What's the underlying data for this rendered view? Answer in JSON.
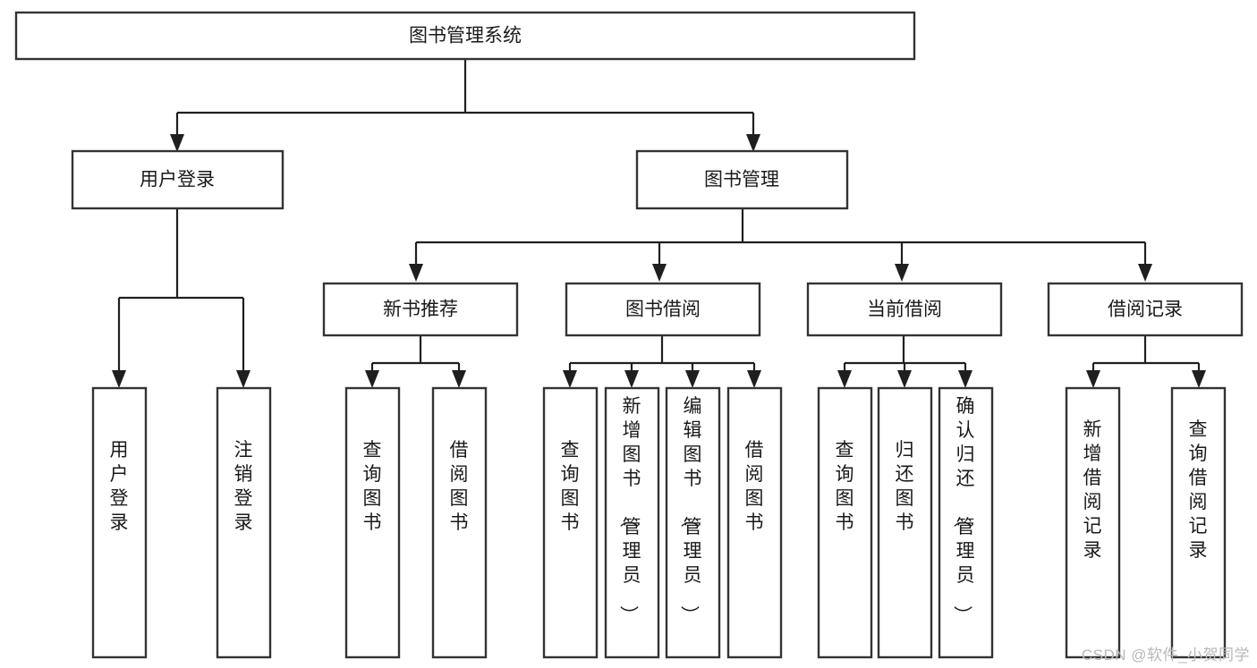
{
  "diagram": {
    "type": "tree-hierarchy",
    "title": "图书管理系统",
    "root": {
      "id": "root",
      "label": "图书管理系统",
      "orientation": "horizontal"
    },
    "level2": [
      {
        "id": "user-login",
        "label": "用户登录",
        "orientation": "horizontal"
      },
      {
        "id": "book-management",
        "label": "图书管理",
        "orientation": "horizontal"
      }
    ],
    "level3": [
      {
        "id": "new-book-recommend",
        "label": "新书推荐",
        "orientation": "horizontal",
        "parent": "book-management"
      },
      {
        "id": "book-borrow",
        "label": "图书借阅",
        "orientation": "horizontal",
        "parent": "book-management"
      },
      {
        "id": "current-borrow",
        "label": "当前借阅",
        "orientation": "horizontal",
        "parent": "book-management"
      },
      {
        "id": "borrow-record",
        "label": "借阅记录",
        "orientation": "horizontal",
        "parent": "book-management"
      }
    ],
    "leaves": {
      "user-login": [
        {
          "id": "leaf-user-login",
          "label": "用户登录",
          "orientation": "vertical"
        },
        {
          "id": "leaf-logout-login",
          "label": "注销登录",
          "orientation": "vertical"
        }
      ],
      "new-book-recommend": [
        {
          "id": "leaf-query-book-1",
          "label": "查询图书",
          "orientation": "vertical"
        },
        {
          "id": "leaf-borrow-book-1",
          "label": "借阅图书",
          "orientation": "vertical"
        }
      ],
      "book-borrow": [
        {
          "id": "leaf-query-book-2",
          "label": "查询图书",
          "orientation": "vertical"
        },
        {
          "id": "leaf-add-book",
          "label": "新增图书（管理员）",
          "orientation": "vertical"
        },
        {
          "id": "leaf-edit-book",
          "label": "编辑图书（管理员）",
          "orientation": "vertical"
        },
        {
          "id": "leaf-borrow-book-2",
          "label": "借阅图书",
          "orientation": "vertical"
        }
      ],
      "current-borrow": [
        {
          "id": "leaf-query-book-3",
          "label": "查询图书",
          "orientation": "vertical"
        },
        {
          "id": "leaf-return-book",
          "label": "归还图书",
          "orientation": "vertical"
        },
        {
          "id": "leaf-confirm-return",
          "label": "确认归还（管理员）",
          "orientation": "vertical"
        }
      ],
      "borrow-record": [
        {
          "id": "leaf-add-record",
          "label": "新增借阅记录",
          "orientation": "vertical"
        },
        {
          "id": "leaf-query-record",
          "label": "查询借阅记录",
          "orientation": "vertical"
        }
      ]
    },
    "colors": {
      "box_stroke": "#333333",
      "box_fill": "#ffffff",
      "connector": "#1f1f1f",
      "text": "#1a1a1a",
      "watermark": "#b8b8b8",
      "background": "#ffffff"
    }
  },
  "watermark": {
    "text": "CSDN @软件_小贺同学"
  }
}
